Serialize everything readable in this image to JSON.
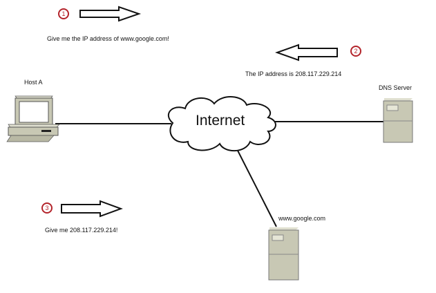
{
  "steps": [
    {
      "number": "1",
      "message": "Give me the IP address of www.google.com!",
      "direction": "right"
    },
    {
      "number": "2",
      "message": "The IP address is 208.117.229.214",
      "direction": "left"
    },
    {
      "number": "3",
      "message": "Give me 208.117.229.214!",
      "direction": "right"
    }
  ],
  "nodes": {
    "host": "Host A",
    "internet": "Internet",
    "dns": "DNS Server",
    "web": "www.google.com"
  },
  "colors": {
    "step_badge": "#b3232a",
    "device_fill": "#c8c8b4",
    "device_dark": "#9a9a88"
  }
}
